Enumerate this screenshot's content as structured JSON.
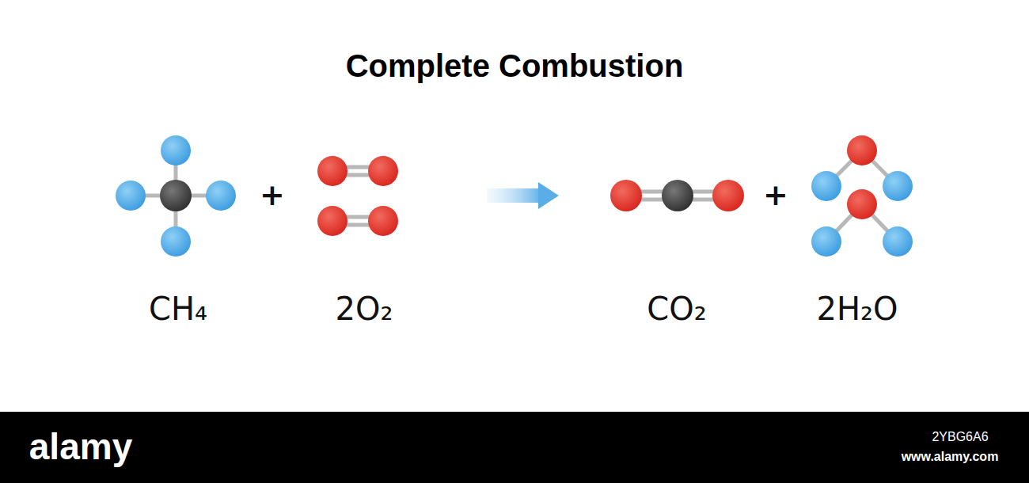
{
  "diagram": {
    "title": "Complete Combustion",
    "labels": [
      "+",
      "+",
      "CH₄",
      "2O₂",
      "CO₂",
      "2H₂O",
      "alamy",
      "2YBG6A6",
      "www.alamy.com"
    ]
  }
}
